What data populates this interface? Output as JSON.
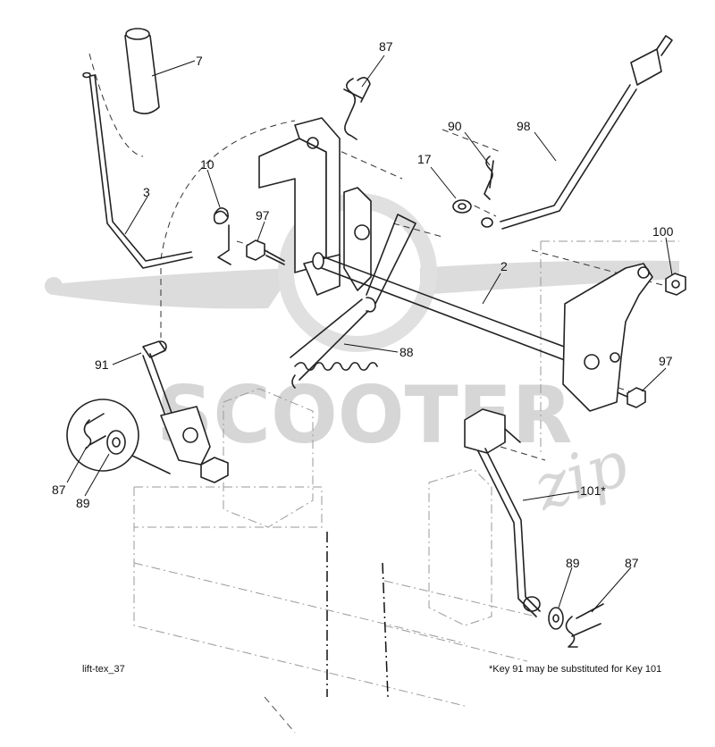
{
  "diagram": {
    "callouts": [
      {
        "id": "c7",
        "label": "7"
      },
      {
        "id": "c87a",
        "label": "87"
      },
      {
        "id": "c90",
        "label": "90"
      },
      {
        "id": "c98",
        "label": "98"
      },
      {
        "id": "c17",
        "label": "17"
      },
      {
        "id": "c10",
        "label": "10"
      },
      {
        "id": "c3",
        "label": "3"
      },
      {
        "id": "c97a",
        "label": "97"
      },
      {
        "id": "c100",
        "label": "100"
      },
      {
        "id": "c2",
        "label": "2"
      },
      {
        "id": "c88",
        "label": "88"
      },
      {
        "id": "c91",
        "label": "91"
      },
      {
        "id": "c97b",
        "label": "97"
      },
      {
        "id": "c101",
        "label": "101*"
      },
      {
        "id": "c87b",
        "label": "87"
      },
      {
        "id": "c89a",
        "label": "89"
      },
      {
        "id": "c89b",
        "label": "89"
      },
      {
        "id": "c87c",
        "label": "87"
      }
    ],
    "reference_code": "lift-tex_37",
    "footnote": "*Key 91 may be substituted for Key 101",
    "watermark": {
      "word": "SCOOTER",
      "script": "zip"
    }
  }
}
